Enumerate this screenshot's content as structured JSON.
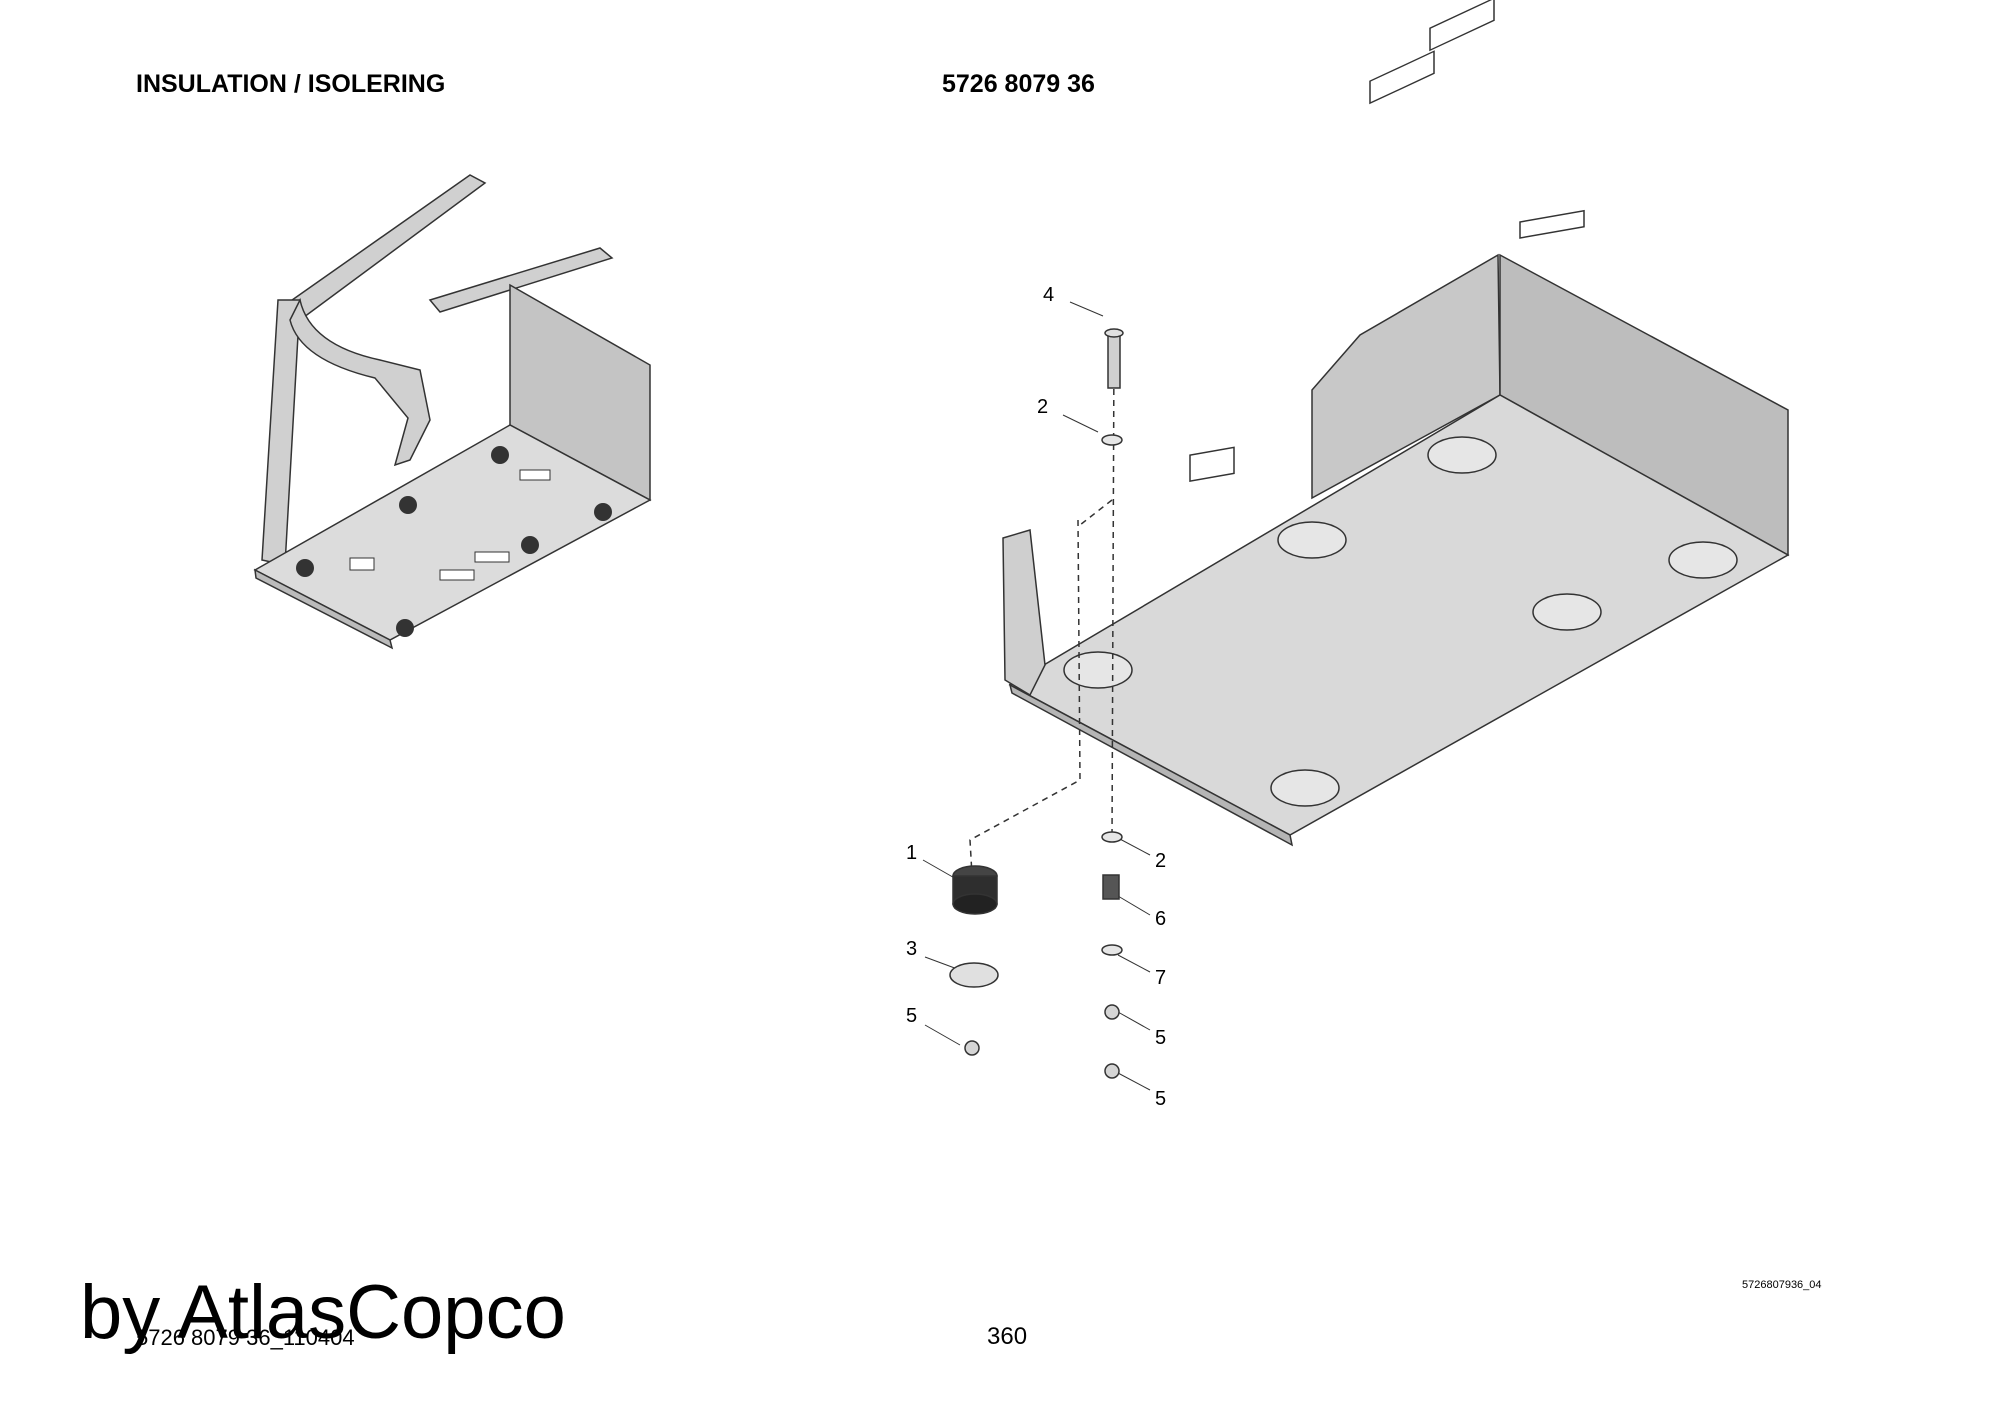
{
  "header": {
    "section_title": "INSULATION / ISOLERING",
    "part_number": "5726 8079 36"
  },
  "callouts": {
    "c4": "4",
    "c2_top": "2",
    "c1": "1",
    "c3": "3",
    "c5_left": "5",
    "c2_right": "2",
    "c6": "6",
    "c7": "7",
    "c5_right_a": "5",
    "c5_right_b": "5"
  },
  "footer": {
    "figure_ref": "5726807936_04",
    "doc_ref": "5726 8079 36_110404",
    "page_number": "360",
    "watermark": "by AtlasCopco"
  },
  "colors": {
    "panel_gray": "#c8c8c8",
    "panel_light": "#dedede",
    "line": "#333333"
  }
}
